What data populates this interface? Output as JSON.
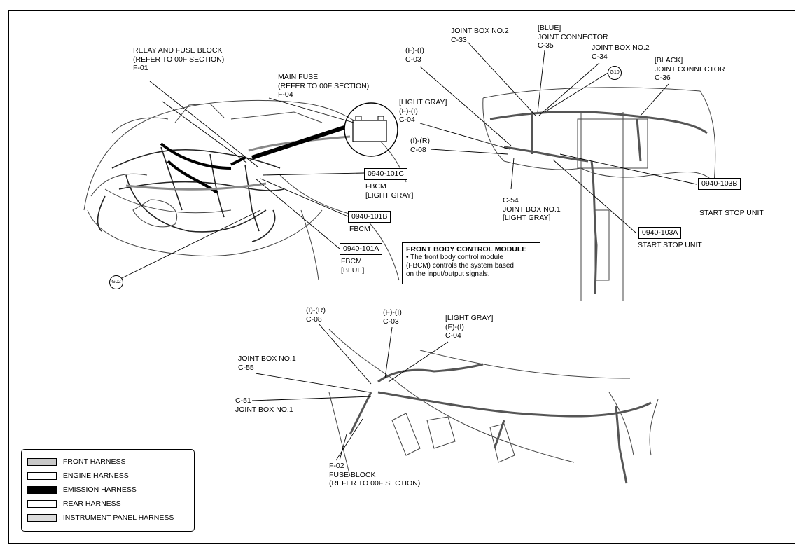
{
  "diagram": {
    "callouts": {
      "relay_fuse_block": [
        "RELAY AND FUSE BLOCK",
        "(REFER TO 00F SECTION)",
        "F-01"
      ],
      "main_fuse": [
        "MAIN FUSE",
        "(REFER TO 00F SECTION)",
        "F-04"
      ],
      "fbcm_c": [
        "FBCM",
        "[LIGHT GRAY]"
      ],
      "fbcm_b": [
        "FBCM"
      ],
      "fbcm_a": [
        "FBCM",
        "[BLUE]"
      ],
      "ip_c03": [
        "(F)-(I)",
        "C-03"
      ],
      "ip_c33": [
        "JOINT BOX NO.2",
        "C-33"
      ],
      "ip_c35": [
        "[BLUE]",
        "JOINT CONNECTOR",
        "C-35"
      ],
      "ip_c34": [
        "JOINT BOX NO.2",
        "C-34"
      ],
      "ip_c36": [
        "[BLACK]",
        "JOINT CONNECTOR",
        "C-36"
      ],
      "ip_c04": [
        "[LIGHT GRAY]",
        "(F)-(I)",
        "C-04"
      ],
      "ip_c08": [
        "(I)-(R)",
        "C-08"
      ],
      "ip_c54": [
        "C-54",
        "JOINT BOX NO.1",
        "[LIGHT GRAY]"
      ],
      "ssu_b": [
        "START STOP UNIT"
      ],
      "ssu_a": [
        "START STOP UNIT"
      ],
      "fl_c08": [
        "(I)-(R)",
        "C-08"
      ],
      "fl_c03": [
        "(F)-(I)",
        "C-03"
      ],
      "fl_c04": [
        "[LIGHT GRAY]",
        "(F)-(I)",
        "C-04"
      ],
      "fl_c55": [
        "JOINT BOX NO.1",
        "C-55"
      ],
      "fl_c51": [
        "C-51",
        "JOINT BOX NO.1"
      ],
      "fl_f02": [
        "F-02",
        "FUSE BLOCK",
        "(REFER TO 00F SECTION)"
      ]
    },
    "refs": {
      "r101c": "0940-101C",
      "r101b": "0940-101B",
      "r101a": "0940-101A",
      "r103b": "0940-103B",
      "r103a": "0940-103A"
    },
    "grounds": {
      "g10": "G10",
      "g02": "G02"
    },
    "info_box": {
      "title": "FRONT BODY CONTROL MODULE",
      "lines": [
        "• The front body control module",
        "(FBCM) controls the system based",
        "on the input/output signals."
      ]
    },
    "legend": [
      {
        "label": ": FRONT HARNESS",
        "color": "#c8c8c8"
      },
      {
        "label": ": ENGINE HARNESS",
        "color": "#ffffff"
      },
      {
        "label": ": EMISSION HARNESS",
        "color": "#000000"
      },
      {
        "label": ": REAR HARNESS",
        "color": "#ffffff"
      },
      {
        "label": ": INSTRUMENT PANEL HARNESS",
        "color": "#dcdcdc"
      }
    ]
  }
}
